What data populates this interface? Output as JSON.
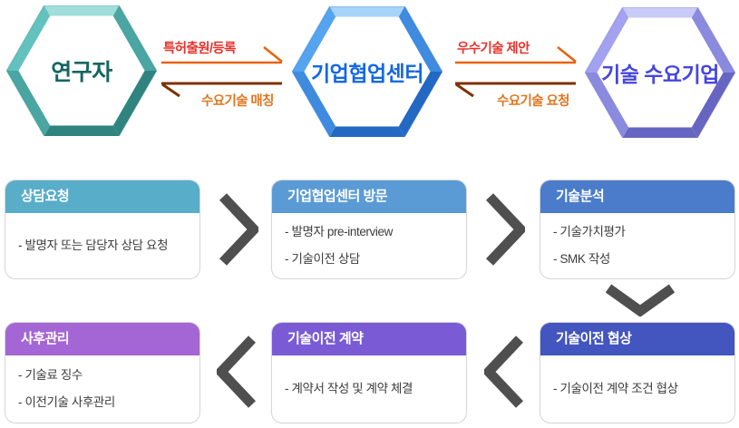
{
  "actors": [
    {
      "label": "연구자",
      "text_color": "#166662",
      "shades": {
        "light": "#9FDEDA",
        "main": "#62C2BE",
        "mid": "#49A6A2",
        "dark": "#2F8480"
      }
    },
    {
      "label": "기업협업센터",
      "text_color": "#1468E2",
      "shades": {
        "light": "#A6D4F8",
        "main": "#55A4F0",
        "mid": "#3E8BE0",
        "dark": "#2368C2"
      }
    },
    {
      "label": "기술 수요기업",
      "text_color": "#4545DF",
      "shades": {
        "light": "#CACAF8",
        "main": "#A2A2F0",
        "mid": "#8A8ADF",
        "dark": "#6666C2"
      }
    }
  ],
  "exchanges": [
    {
      "forward_label": "특허출원/등록",
      "backward_label": "수요기술 매칭"
    },
    {
      "forward_label": "우수기술 제안",
      "backward_label": "수요기술 요청"
    }
  ],
  "exchange_colors": {
    "forward_text": "#E8322B",
    "forward_line": "#E8630A",
    "backward_text": "#E2761F",
    "backward_line": "#7C3100"
  },
  "steps": [
    {
      "title": "상담요청",
      "header_color": "#58ADC9",
      "items": [
        "- 발명자 또는 담당자 상담 요청"
      ]
    },
    {
      "title": "기업협업센터 방문",
      "header_color": "#5B9BD5",
      "items": [
        "- 발명자 pre-interview",
        "- 기술이전 상담"
      ]
    },
    {
      "title": "기술분석",
      "header_color": "#4B7CCB",
      "items": [
        "- 기술가치평가",
        "- SMK 작성"
      ]
    },
    {
      "title": "기술이전 협상",
      "header_color": "#4355BF",
      "items": [
        "- 기술이전 계약 조건 협상"
      ]
    },
    {
      "title": "기술이전 계약",
      "header_color": "#7A5BD5",
      "items": [
        "- 계약서 작성 및 계약 체결"
      ]
    },
    {
      "title": "사후관리",
      "header_color": "#A466D4",
      "items": [
        "- 기술료 징수",
        "- 이전기술 사후관리"
      ]
    }
  ],
  "chevron_color": "#4F4F4F"
}
